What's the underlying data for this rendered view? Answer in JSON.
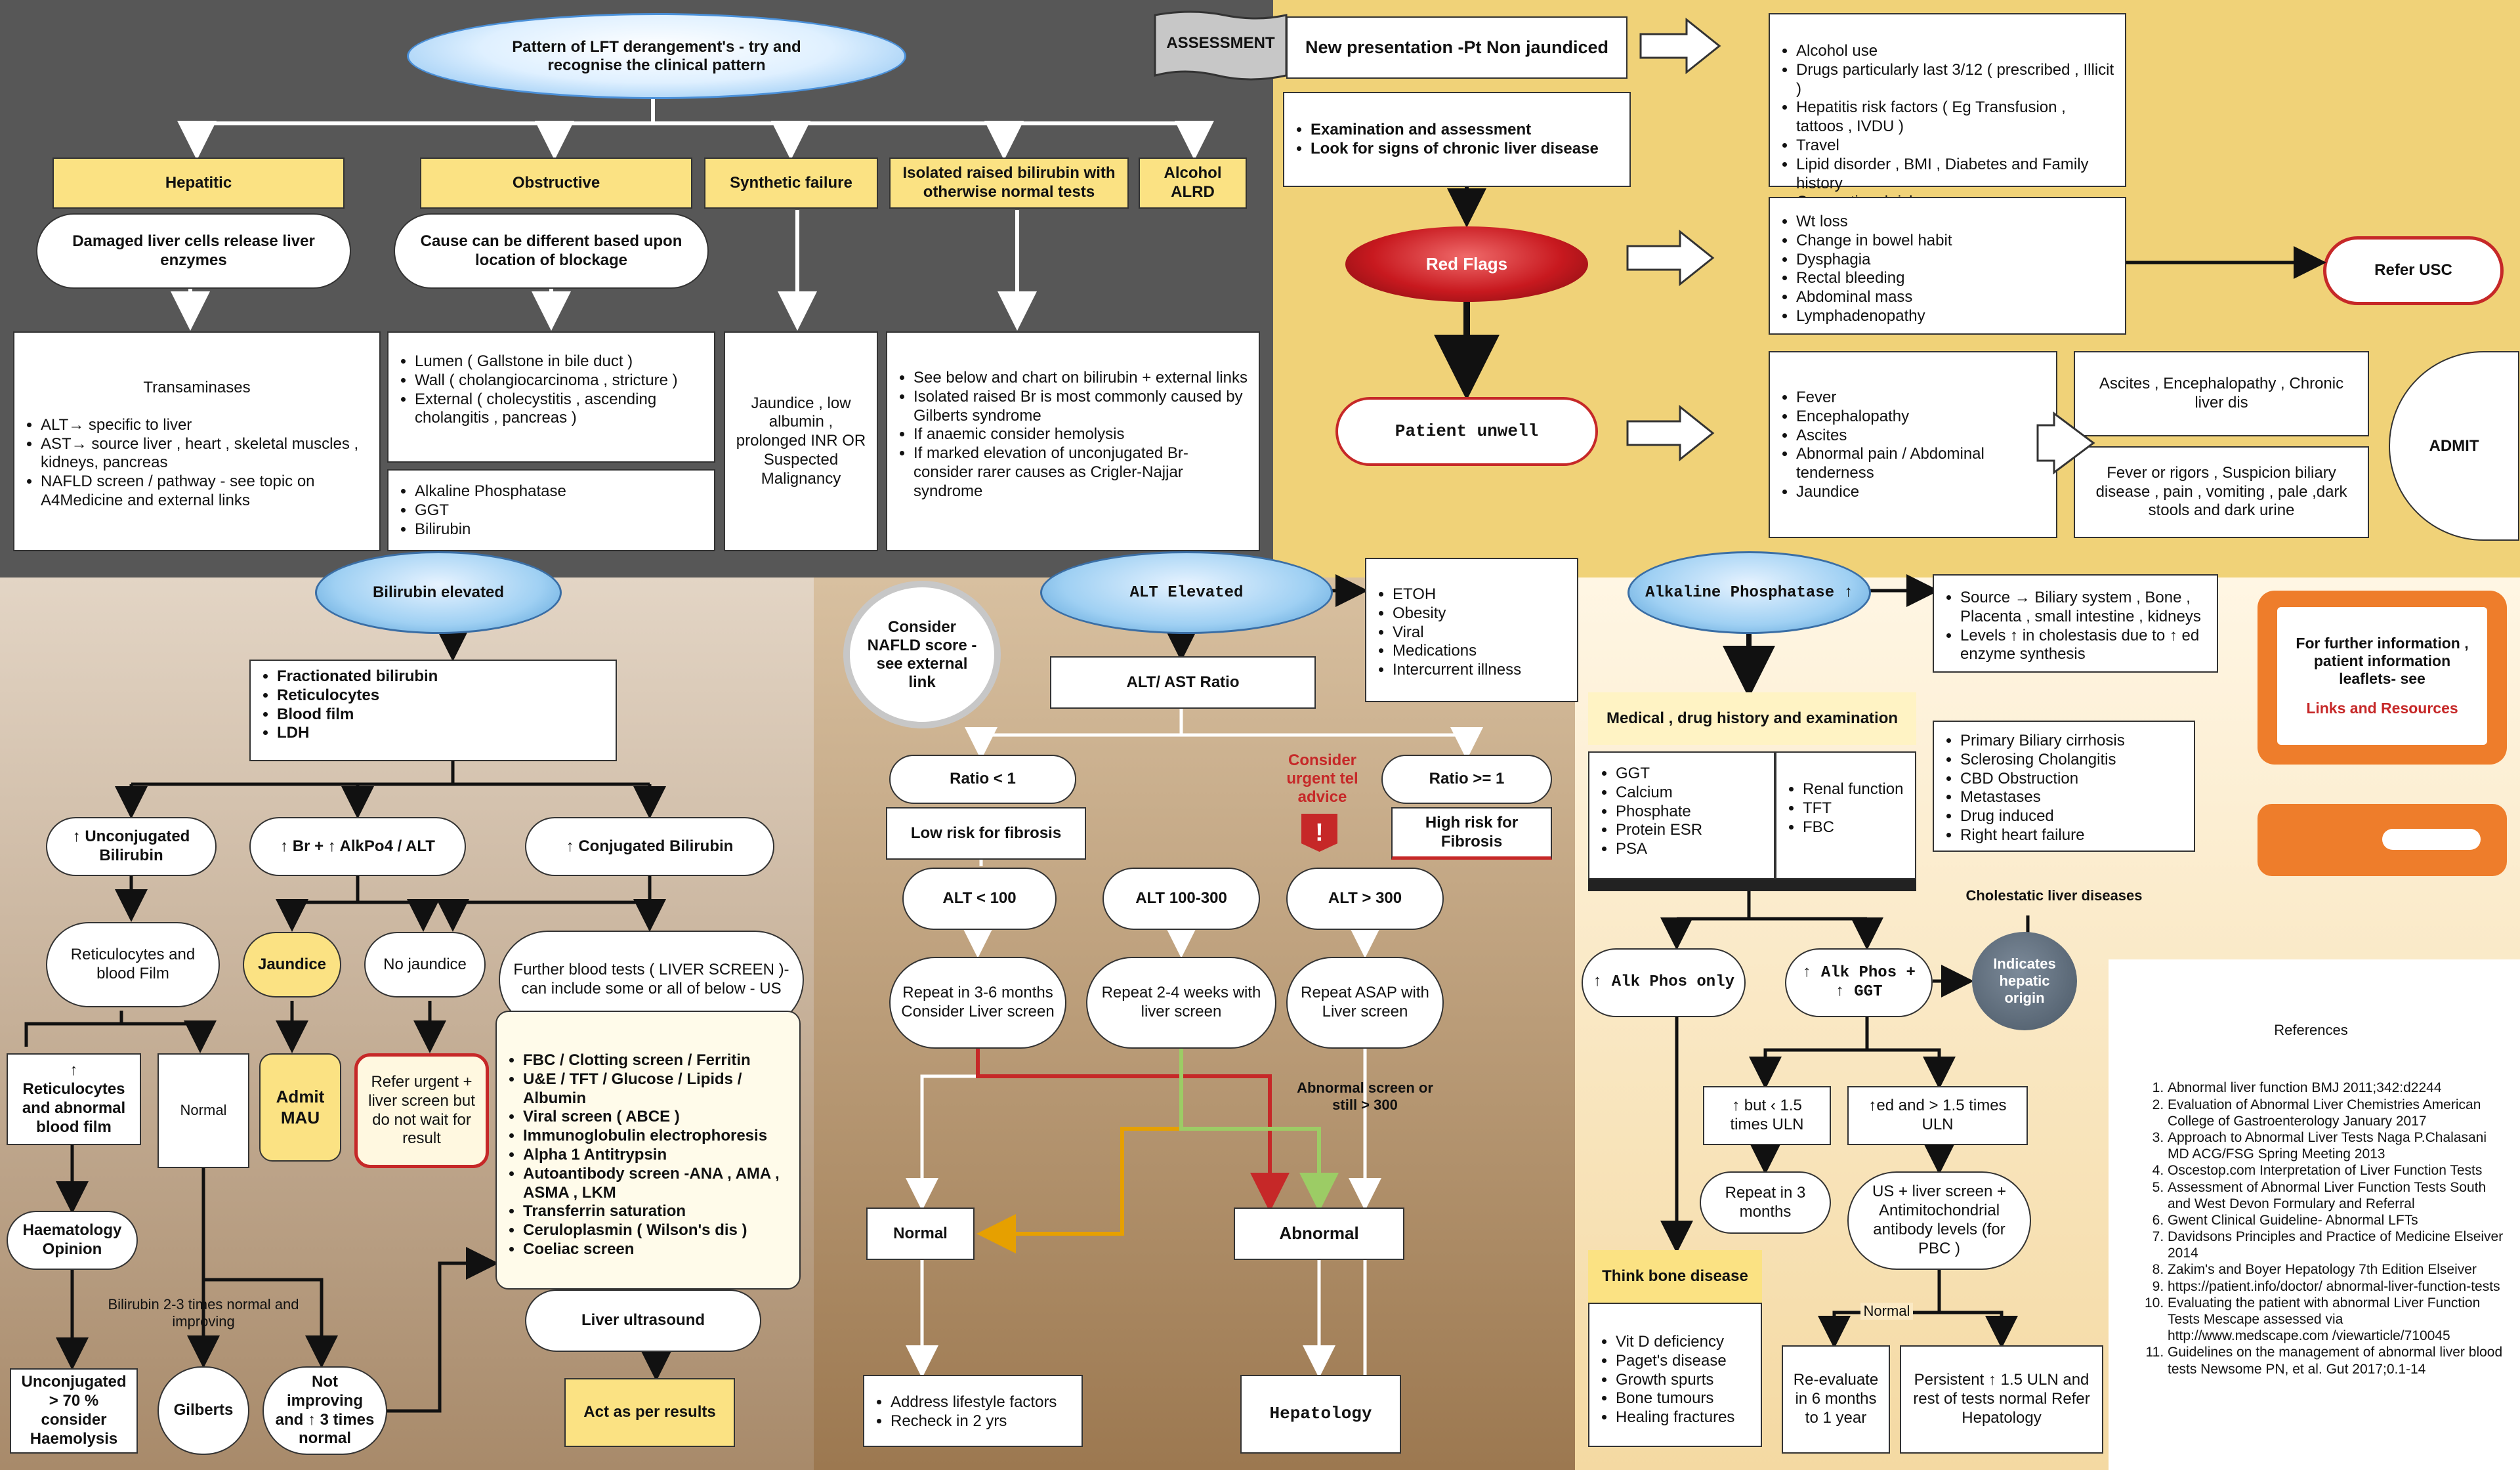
{
  "colors": {
    "top_left_bg": "#575757",
    "top_right_bg": "#f0d278",
    "bottom_left_bg": "#cbb49a",
    "bottom_mid_bg": "#c0a07a",
    "bottom_right_bg": "#fff2d6",
    "yellow_box": "#fbe283",
    "red_flag": "#b5171c",
    "blue_ellipse": "#6fb6ec"
  },
  "title": "Pattern of LFT derangement's - try and recognise the clinical pattern",
  "patterns": {
    "hepatitic": {
      "label": "Hepatitic",
      "cause": "Damaged liver cells release liver enzymes",
      "detail_title": "Transaminases",
      "detail_items": [
        "ALT→ specific to liver",
        "AST→ source liver , heart , skeletal muscles , kidneys, pancreas",
        "NAFLD screen / pathway - see topic on A4Medicine and external links"
      ]
    },
    "obstructive": {
      "label": "Obstructive",
      "cause": "Cause can be different based upon location of blockage",
      "detail_items": [
        "Lumen ( Gallstone in bile duct )",
        "Wall ( cholangiocarcinoma , stricture )",
        "External ( cholecystitis , ascending cholangitis , pancreas )"
      ],
      "enzyme_items": [
        "Alkaline Phosphatase",
        "GGT",
        "Bilirubin"
      ]
    },
    "synthetic": {
      "label": "Synthetic failure",
      "detail": "Jaundice , low albumin , prolonged INR OR Suspected Malignancy"
    },
    "isolated": {
      "label": "Isolated raised bilirubin with otherwise normal tests",
      "detail_items": [
        "See below and chart on bilirubin + external links",
        "Isolated raised Br is most commonly caused by Gilberts syndrome",
        "If anaemic consider hemolysis",
        "If marked elevation of unconjugated Br- consider rarer causes as Crigler-Najjar syndrome"
      ]
    },
    "alcohol": {
      "label": "Alcohol ALRD"
    }
  },
  "assessment": {
    "tag": "ASSESSMENT",
    "presentation": "New presentation -Pt Non jaundiced",
    "history_items": [
      "Alcohol use",
      "Drugs particularly last 3/12 ( prescribed , Illicit )",
      "Hepatitis risk factors ( Eg Transfusion , tattoos , IVDU )",
      "Travel",
      "Lipid disorder , BMI , Diabetes and Family history",
      "Occupational risk"
    ],
    "exam_items": [
      "Examination and assessment",
      "Look for signs of chronic liver disease"
    ],
    "red_flags": "Red Flags",
    "red_flag_items": [
      "Wt loss",
      "Change in bowel habit",
      "Dysphagia",
      "Rectal bleeding",
      "Abdominal mass",
      "Lymphadenopathy"
    ],
    "refer": "Refer USC",
    "patient_unwell": "Patient unwell",
    "unwell_items": [
      "Fever",
      "Encephalopathy",
      "Ascites",
      "Abnormal pain / Abdominal tenderness",
      "Jaundice"
    ],
    "admit_reason_1": "Ascites , Encephalopathy , Chronic liver dis",
    "admit_reason_2": "Fever or rigors , Suspicion biliary disease , pain , vomiting , pale ,dark stools and dark urine",
    "admit": "ADMIT"
  },
  "bilirubin": {
    "title": "Bilirubin elevated",
    "tests": [
      "Fractionated bilirubin",
      "Reticulocytes",
      "Blood film",
      "LDH"
    ],
    "unconjugated": "↑ Unconjugated Bilirubin",
    "br_alkpo4": "↑ Br + ↑ AlkPo4 / ALT",
    "conjugated": "↑ Conjugated Bilirubin",
    "retic_film": "Reticulocytes and blood Film",
    "retic_abnormal": "↑ Reticulocytes and abnormal blood film",
    "normal": "Normal",
    "haem_opinion": "Haematology Opinion",
    "unconj_70": "Unconjugated > 70 % consider Haemolysis",
    "bili_note": "Bilirubin 2-3 times normal and improving",
    "gilberts": "Gilberts",
    "not_improving": "Not improving and ↑ 3 times normal",
    "jaundice": "Jaundice",
    "no_jaundice": "No jaundice",
    "admit_mau": "Admit MAU",
    "refer_urgent": "Refer urgent + liver screen but do not wait for result",
    "further_tests": "Further blood tests ( LIVER SCREEN )- can include some or all of below - US",
    "screen_items": [
      "FBC / Clotting screen / Ferritin",
      "U&E / TFT / Glucose / Lipids / Albumin",
      "Viral screen ( ABCE )",
      "Immunoglobulin electrophoresis",
      "Alpha 1 Antitrypsin",
      "Autoantibody screen -ANA , AMA , ASMA , LKM",
      "Transferrin saturation",
      "Ceruloplasmin ( Wilson's dis )",
      "Coeliac screen"
    ],
    "liver_us": "Liver ultrasound",
    "act_results": "Act as per results"
  },
  "alt": {
    "nafld": "Consider NAFLD score - see external link",
    "title": "ALT Elevated",
    "causes": [
      "ETOH",
      "Obesity",
      "Viral",
      "Medications",
      "Intercurrent illness"
    ],
    "ratio_title": "ALT/ AST Ratio",
    "ratio_low": "Ratio < 1",
    "ratio_high": "Ratio >= 1",
    "low_risk": "Low risk for fibrosis",
    "high_risk": "High risk for Fibrosis",
    "urgent_advice": "Consider urgent tel advice",
    "alt_lt_100": "ALT < 100",
    "alt_100_300": "ALT 100-300",
    "alt_gt_300": "ALT > 300",
    "repeat_3_6": "Repeat in 3-6 months Consider Liver screen",
    "repeat_2_4": "Repeat 2-4 weeks with liver screen",
    "repeat_asap": "Repeat ASAP with Liver screen",
    "abnormal_note": "Abnormal screen or still > 300",
    "normal": "Normal",
    "abnormal": "Abnormal",
    "lifestyle_items": [
      "Address lifestyle factors",
      "Recheck in 2 yrs"
    ],
    "hepatology": "Hepatology"
  },
  "alp": {
    "title": "Alkaline Phosphatase ↑",
    "source_items": [
      "Source → Biliary system , Bone , Placenta , small intestine , kidneys",
      "Levels ↑ in cholestasis due to ↑ ed enzyme synthesis"
    ],
    "history": "Medical , drug history and examination",
    "tests_left": [
      "GGT",
      "Calcium",
      "Phosphate",
      "Protein ESR",
      "PSA"
    ],
    "tests_right": [
      "Renal function",
      "TFT",
      "FBC"
    ],
    "cholestatic_items": [
      "Primary Biliary cirrhosis",
      "Sclerosing Cholangitis",
      "CBD Obstruction",
      "Metastases",
      "Drug induced",
      "Right heart failure"
    ],
    "cholestatic_label": "Cholestatic liver diseases",
    "alk_only": "↑ Alk Phos only",
    "alk_ggt": "↑ Alk Phos + ↑ GGT",
    "hepatic_origin": "Indicates hepatic origin",
    "lt_15": "↑ but ‹ 1.5 times ULN",
    "gt_15": "↑ed and > 1.5 times ULN",
    "repeat_3": "Repeat in 3 months",
    "us_screen": "US + liver screen + Antimitochondrial antibody levels (for PBC )",
    "normal": "Normal",
    "bone": "Think bone disease",
    "bone_items": [
      "Vit D deficiency",
      "Paget's disease",
      "Growth spurts",
      "Bone tumours",
      "Healing fractures"
    ],
    "reevaluate": "Re-evaluate in 6 months to 1 year",
    "persistent": "Persistent ↑ 1.5 ULN and rest of tests normal Refer Hepatology"
  },
  "further_info": {
    "text": "For further information , patient information leaflets- see",
    "link": "Links and Resources"
  },
  "references": {
    "title": "References",
    "items": [
      "Abnormal liver function BMJ 2011;342:d2244",
      "Evaluation of Abnormal Liver Chemistries American College of Gastroenterology January 2017",
      "Approach to Abnormal Liver Tests Naga P.Chalasani MD ACG/FSG Spring Meeting 2013",
      "Oscestop.com Interpretation of Liver Function Tests",
      "Assessment of Abnormal Liver Function Tests South and West Devon Formulary and Referral",
      "Gwent Clinical Guideline- Abnormal LFTs",
      "Davidsons Principles and Practice of Medicine Elseiver 2014",
      "Zakim's and Boyer Hepatology 7th Edition Elseiver",
      "https://patient.info/doctor/ abnormal-liver-function-tests",
      "Evaluating the patient with abnormal Liver Function Tests Mescape assessed via http://www.medscape.com /viewarticle/710045",
      "Guidelines on the management of abnormal liver blood tests Newsome PN, et al. Gut 2017;0.1-14"
    ]
  }
}
